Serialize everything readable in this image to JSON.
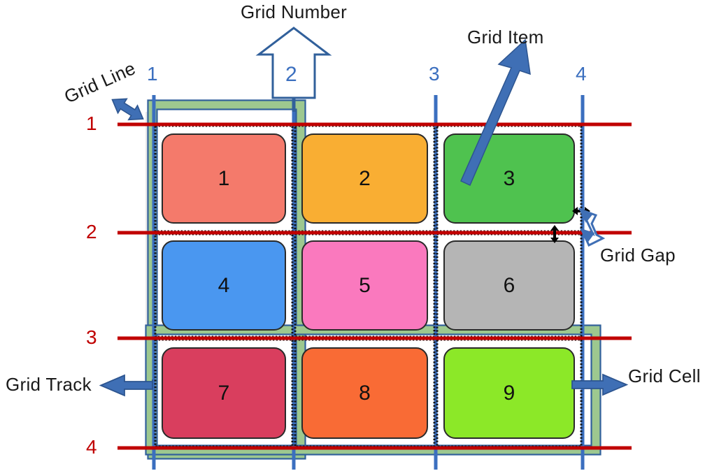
{
  "diagram": {
    "title": "CSS Grid terminology diagram",
    "background": "#ffffff"
  },
  "annotations": {
    "grid_number": "Grid Number",
    "grid_item": "Grid Item",
    "grid_line": "Grid Line",
    "grid_gap": "Grid Gap",
    "grid_track": "Grid Track",
    "grid_cell": "Grid Cell"
  },
  "callout": {
    "number": "2"
  },
  "column_numbers": [
    "1",
    "2",
    "3",
    "4"
  ],
  "row_numbers": [
    "1",
    "2",
    "3",
    "4"
  ],
  "cells": [
    {
      "label": "1",
      "color": "#F47A6B"
    },
    {
      "label": "2",
      "color": "#F9AE33"
    },
    {
      "label": "3",
      "color": "#4FC24F"
    },
    {
      "label": "4",
      "color": "#4A97F0"
    },
    {
      "label": "5",
      "color": "#FA79BE"
    },
    {
      "label": "6",
      "color": "#B5B5B5"
    },
    {
      "label": "7",
      "color": "#D93E5E"
    },
    {
      "label": "8",
      "color": "#F96B35"
    },
    {
      "label": "9",
      "color": "#8CE828"
    }
  ],
  "colors": {
    "row_line": "#C00000",
    "column_line": "#3B6FBF",
    "track_band_fill": "#9DC88F",
    "track_band_stroke": "#31609B",
    "arrow_blue": "#3F6FB5",
    "cell_outline": "#1a1a1a",
    "callout_stroke": "#31609B",
    "text_dark": "#1a1a1a"
  },
  "layout": {
    "columns_x": [
      220,
      420,
      623,
      833
    ],
    "rows_y": [
      178,
      333,
      484,
      641
    ],
    "cell_inset": 12
  }
}
